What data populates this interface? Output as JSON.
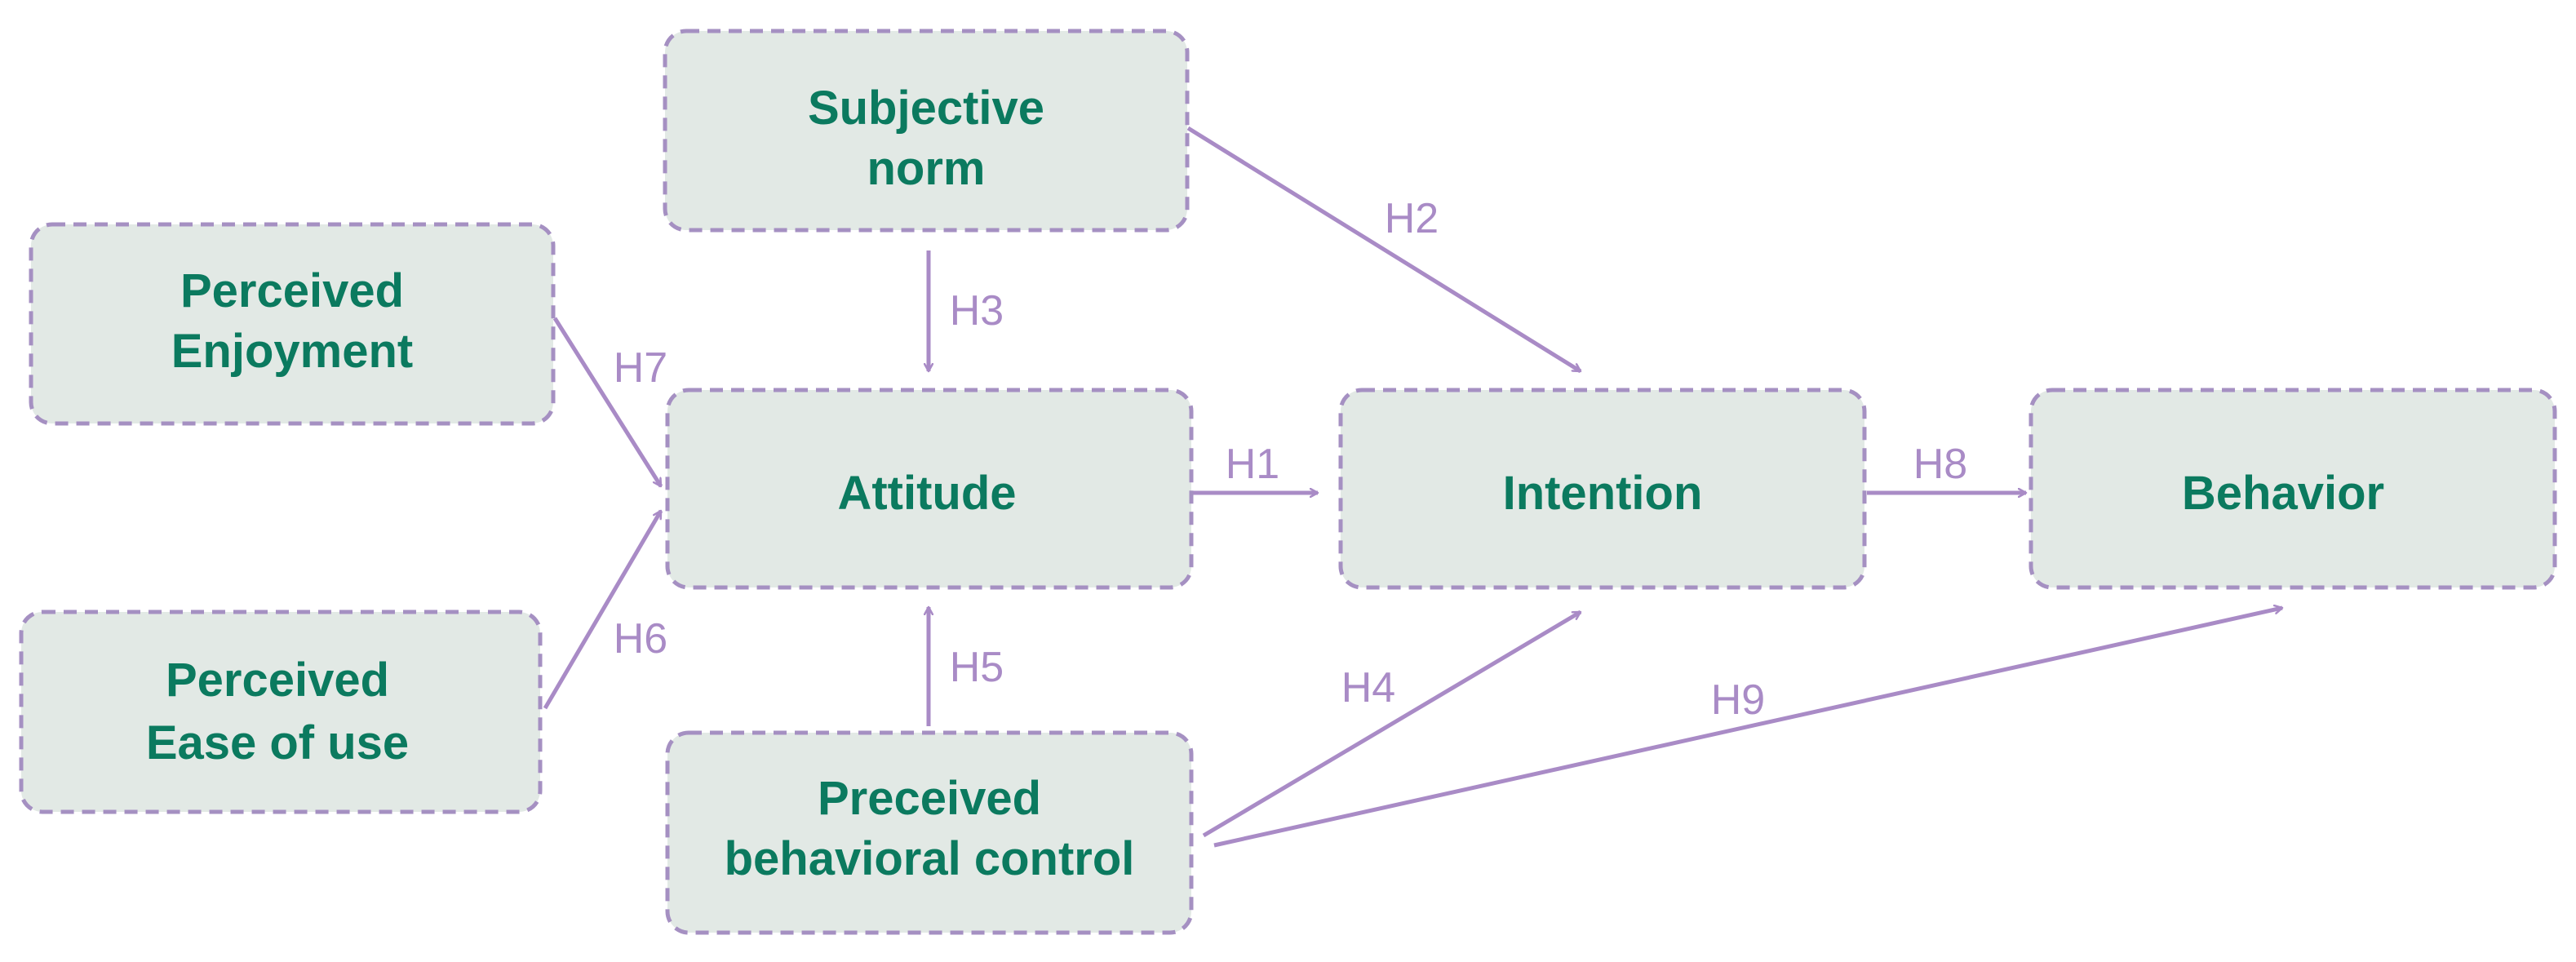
{
  "colors": {
    "node_fill": "#e2e9e5",
    "node_border": "#a590c2",
    "node_text": "#0b7a5f",
    "arrow": "#a98bc6"
  },
  "nodes": {
    "subjective_norm": [
      "Subjective",
      "norm"
    ],
    "perceived_enjoyment": [
      "Perceived",
      "Enjoyment"
    ],
    "attitude": [
      "Attitude"
    ],
    "intention": [
      "Intention"
    ],
    "behavior": [
      "Behavior"
    ],
    "perceived_ease_of_use": [
      "Perceived",
      "Ease of use"
    ],
    "preceived_behavioral_control": [
      "Preceived",
      "behavioral control"
    ]
  },
  "edges": [
    {
      "from": "attitude",
      "to": "intention",
      "label": "H1"
    },
    {
      "from": "subjective_norm",
      "to": "intention",
      "label": "H2"
    },
    {
      "from": "subjective_norm",
      "to": "attitude",
      "label": "H3"
    },
    {
      "from": "preceived_behavioral_control",
      "to": "intention",
      "label": "H4"
    },
    {
      "from": "preceived_behavioral_control",
      "to": "attitude",
      "label": "H5"
    },
    {
      "from": "perceived_ease_of_use",
      "to": "attitude",
      "label": "H6"
    },
    {
      "from": "perceived_enjoyment",
      "to": "attitude",
      "label": "H7"
    },
    {
      "from": "intention",
      "to": "behavior",
      "label": "H8"
    },
    {
      "from": "preceived_behavioral_control",
      "to": "behavior",
      "label": "H9"
    }
  ]
}
